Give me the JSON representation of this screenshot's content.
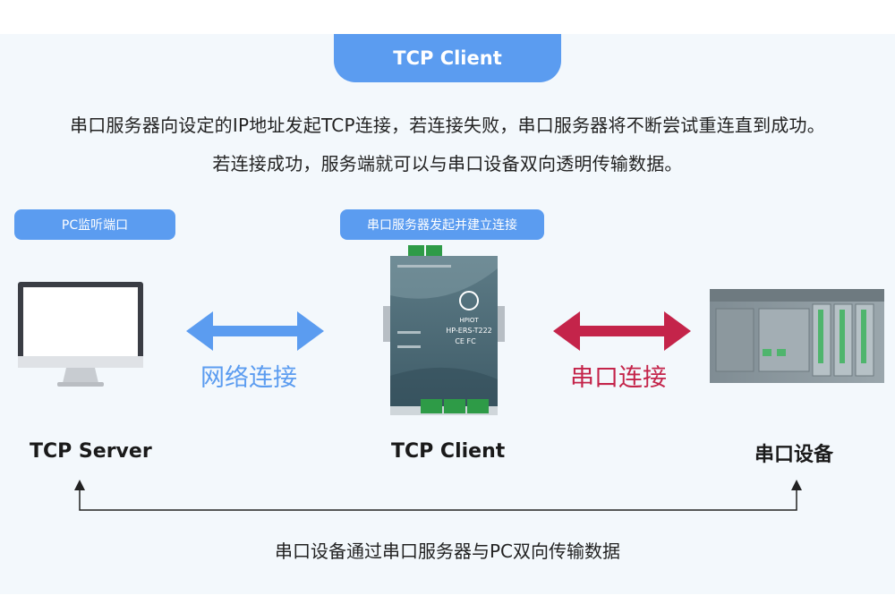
{
  "header": {
    "title": "TCP Client"
  },
  "description": {
    "line1": "串口服务器向设定的IP地址发起TCP连接，若连接失败，串口服务器将不断尝试重连直到成功。",
    "line2": "若连接成功，服务端就可以与串口设备双向透明传输数据。"
  },
  "tags": {
    "pc": "PC监听端口",
    "server": "串口服务器发起并建立连接"
  },
  "connections": {
    "network": {
      "label": "网络连接",
      "color": "#5b9cf0"
    },
    "serial": {
      "label": "串口连接",
      "color": "#c4244a"
    }
  },
  "nodes": {
    "left": "TCP Server",
    "center": "TCP Client",
    "right": "串口设备"
  },
  "device": {
    "model": "HP-ERS-T222",
    "brand": "HPIOT",
    "marks": "CE FC"
  },
  "footer": {
    "text": "串口设备通过串口服务器与PC双向传输数据"
  }
}
